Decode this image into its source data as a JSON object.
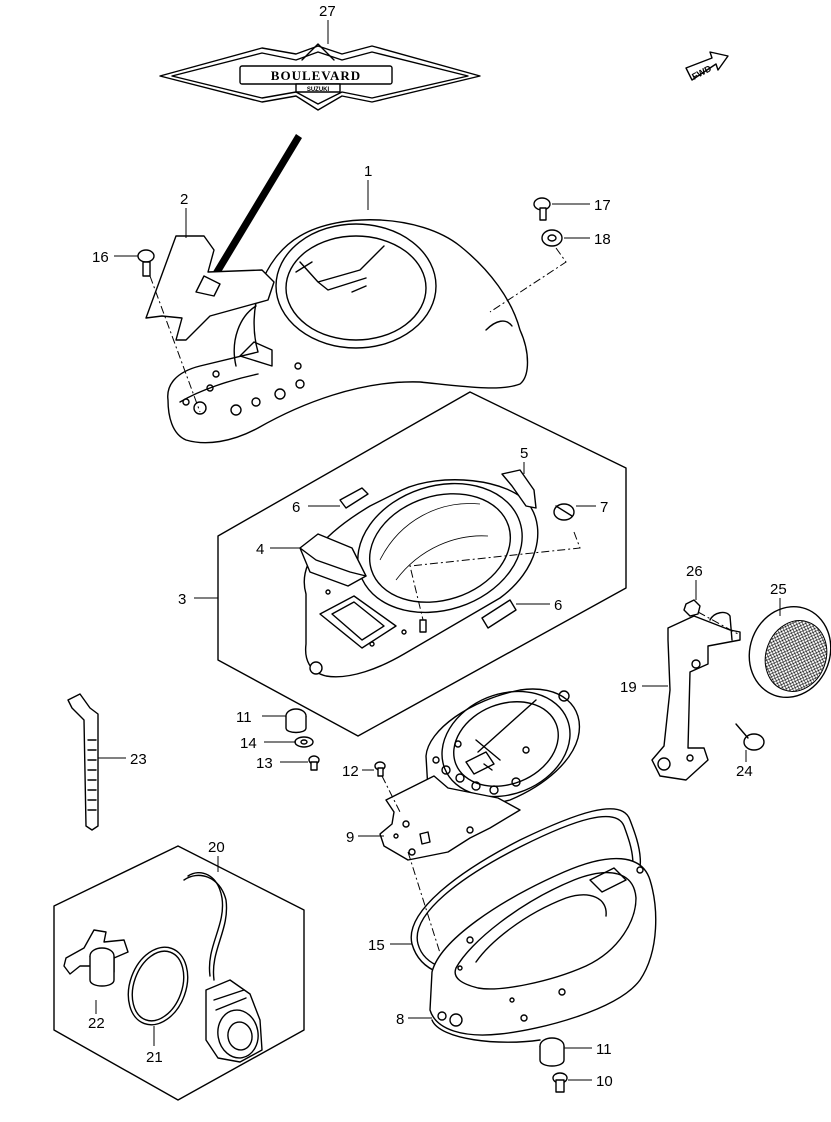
{
  "emblem": {
    "brand_text": "BOULEVARD",
    "maker_text": "SUZUKI"
  },
  "direction_arrow": {
    "label": "FWD"
  },
  "callouts": [
    "27",
    "1",
    "2",
    "16",
    "17",
    "18",
    "5",
    "6",
    "7",
    "4",
    "3",
    "6",
    "26",
    "25",
    "19",
    "11",
    "14",
    "13",
    "23",
    "12",
    "24",
    "9",
    "20",
    "15",
    "8",
    "22",
    "21",
    "11",
    "10"
  ]
}
